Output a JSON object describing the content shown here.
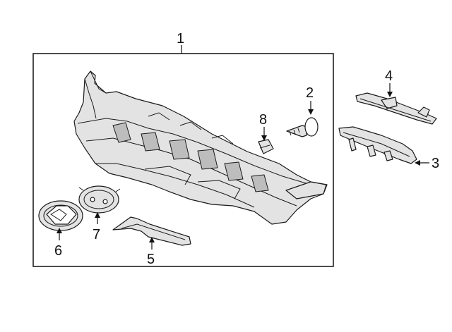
{
  "diagram": {
    "callouts": {
      "c1": "1",
      "c2": "2",
      "c3": "3",
      "c4": "4",
      "c5": "5",
      "c6": "6",
      "c7": "7",
      "c8": "8"
    },
    "parts": [
      "grille-reinforcement",
      "clip",
      "lower-bracket",
      "upper-bracket",
      "deflector",
      "emblem",
      "emblem-bracket",
      "retainer"
    ]
  }
}
